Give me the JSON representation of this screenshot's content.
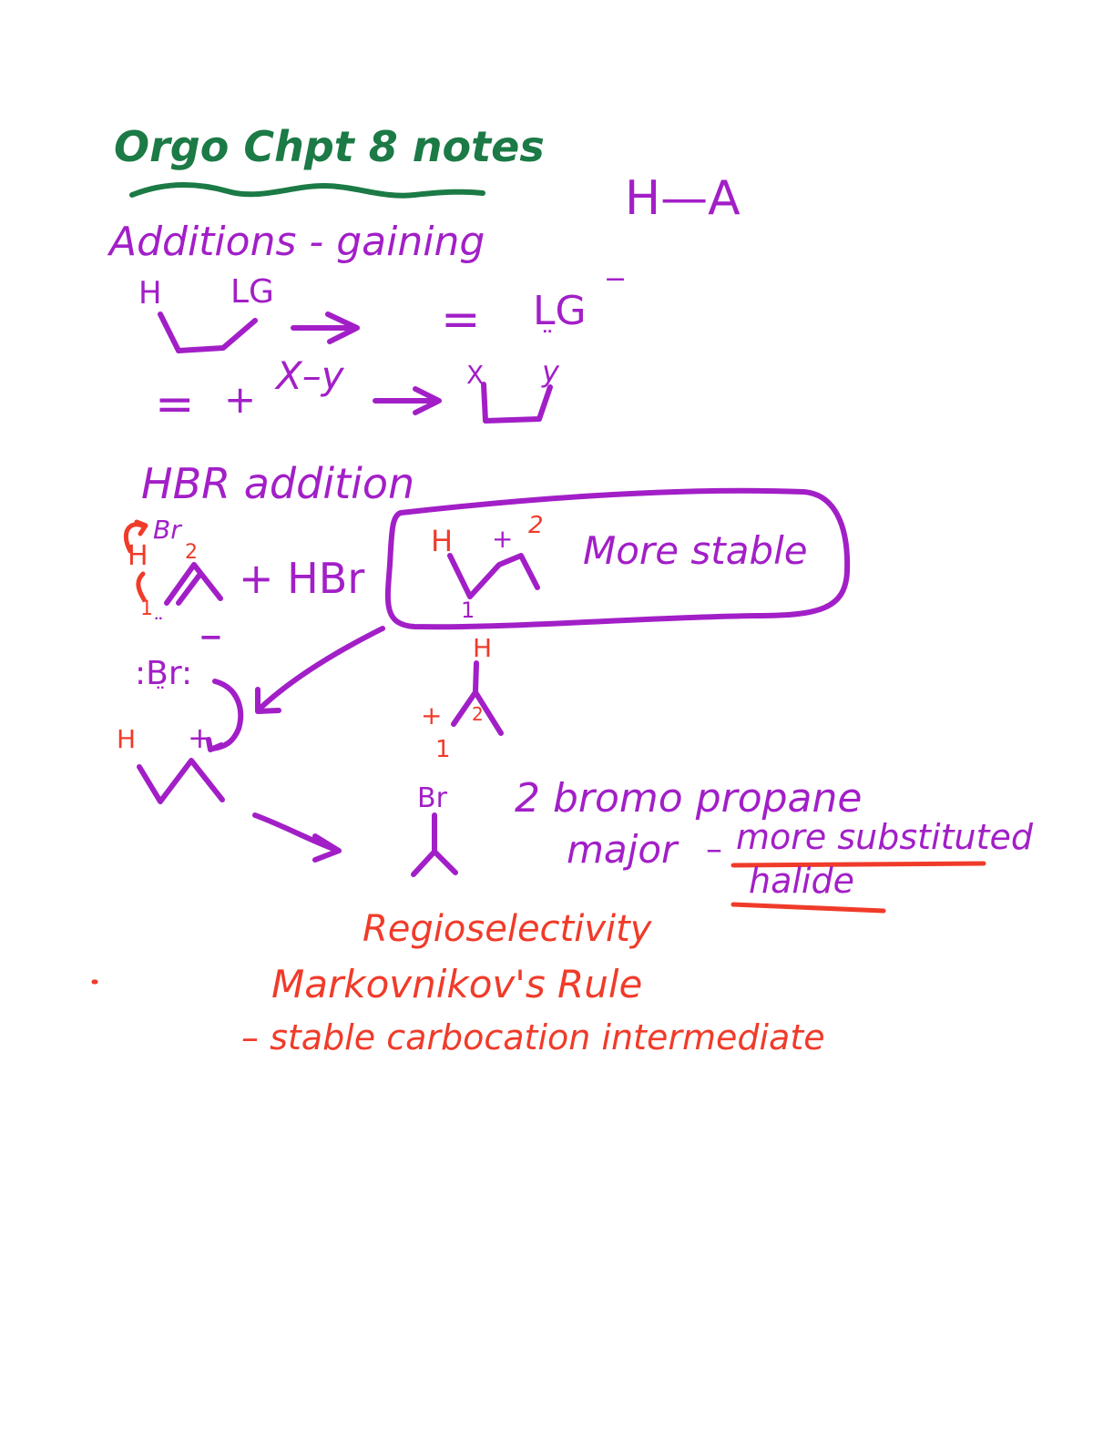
{
  "title": "Orgo Chpt 8 notes",
  "h_a": "H—A",
  "additions": {
    "heading": "Additions - gaining",
    "h": "H",
    "lg": "LG",
    "double_bond": "=",
    "lg_minus": "LG",
    "minus": "−",
    "lone_pair": "¨",
    "row2_double_bond": "=",
    "plus": "+",
    "xy": "X–y",
    "x": "X",
    "y": "y"
  },
  "hbr": {
    "heading": "HBR addition",
    "br_top": "Br",
    "h_red": "H",
    "two": "2",
    "plus_hbr": "+ HBr",
    "one": "1",
    "br_anion": ":Br:",
    "br_anion_dots_top": "¨",
    "br_anion_dots_bottom": "¨",
    "br_anion_charge": "−",
    "carbocation_h": "H",
    "carbocation_plus": "+",
    "boxed_h": "H",
    "boxed_plus": "+",
    "boxed_two": "2",
    "boxed_one": "1",
    "more_stable": "More stable",
    "alt_h": "H",
    "alt_plus": "+",
    "alt_two": "2",
    "alt_one": "1",
    "product_br": "Br",
    "product_name": "2 bromo propane",
    "major": "major",
    "dash": "–",
    "more_substituted": "more substituted",
    "halide": "halide"
  },
  "regio": {
    "regioselectivity": "Regioselectivity",
    "markovnikov": "Markovnikov's Rule",
    "stable": "– stable carbocation intermediate"
  },
  "colors": {
    "green": "#1b7a45",
    "purple": "#a21fc7",
    "red": "#f03b2a"
  }
}
